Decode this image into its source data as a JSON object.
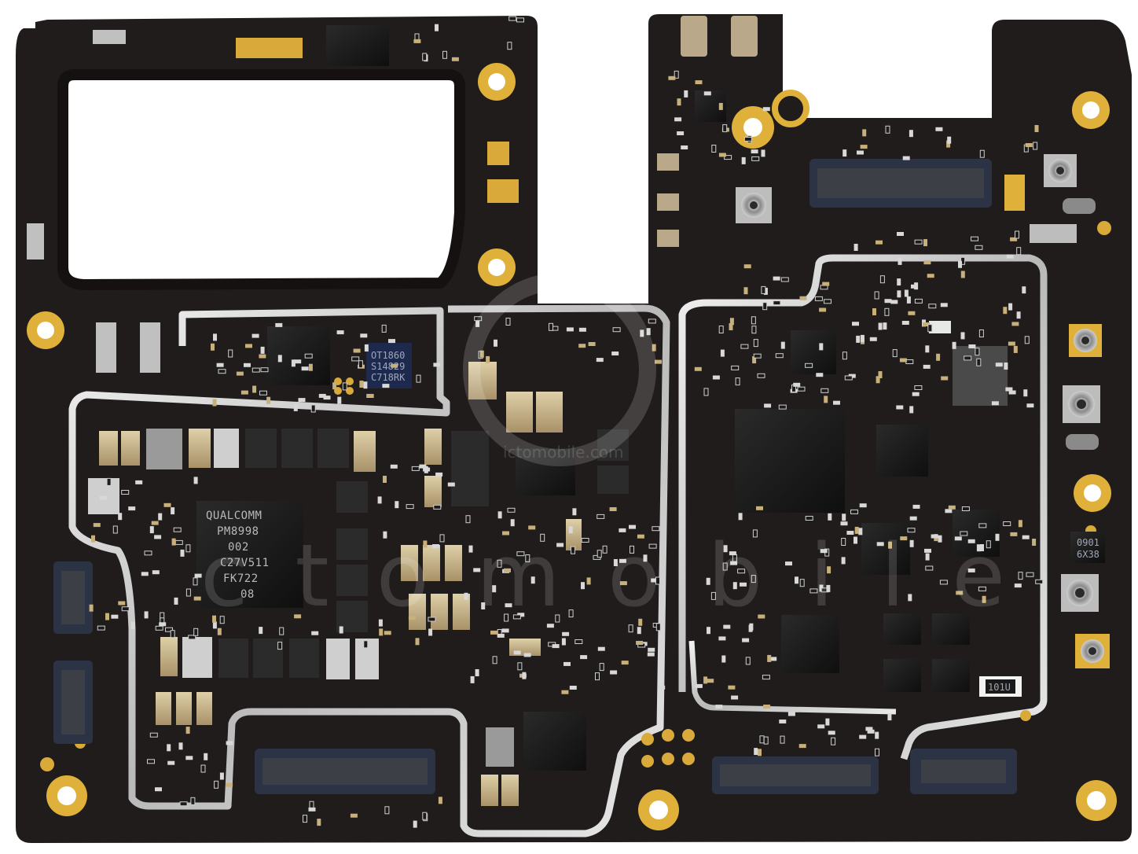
{
  "image": {
    "subject": "pcb-mainboard-photo"
  },
  "labels": {
    "pmic": [
      "QUALCOMM",
      "PM8998",
      "002",
      "C27V511",
      "FK722",
      "08"
    ],
    "blue_chip": [
      "OT1860",
      "S14829",
      "C718RK"
    ],
    "small_chip": [
      "0901",
      "6X38"
    ],
    "resistor": "101U"
  },
  "watermark": {
    "url": "ictomobile.com",
    "letters": "ctomobile"
  },
  "colors": {
    "board": "#201c1b",
    "gold": "#e0b13a",
    "shield": "#d6d6d6",
    "chip": "#151515",
    "cap": "#c9b58a"
  }
}
